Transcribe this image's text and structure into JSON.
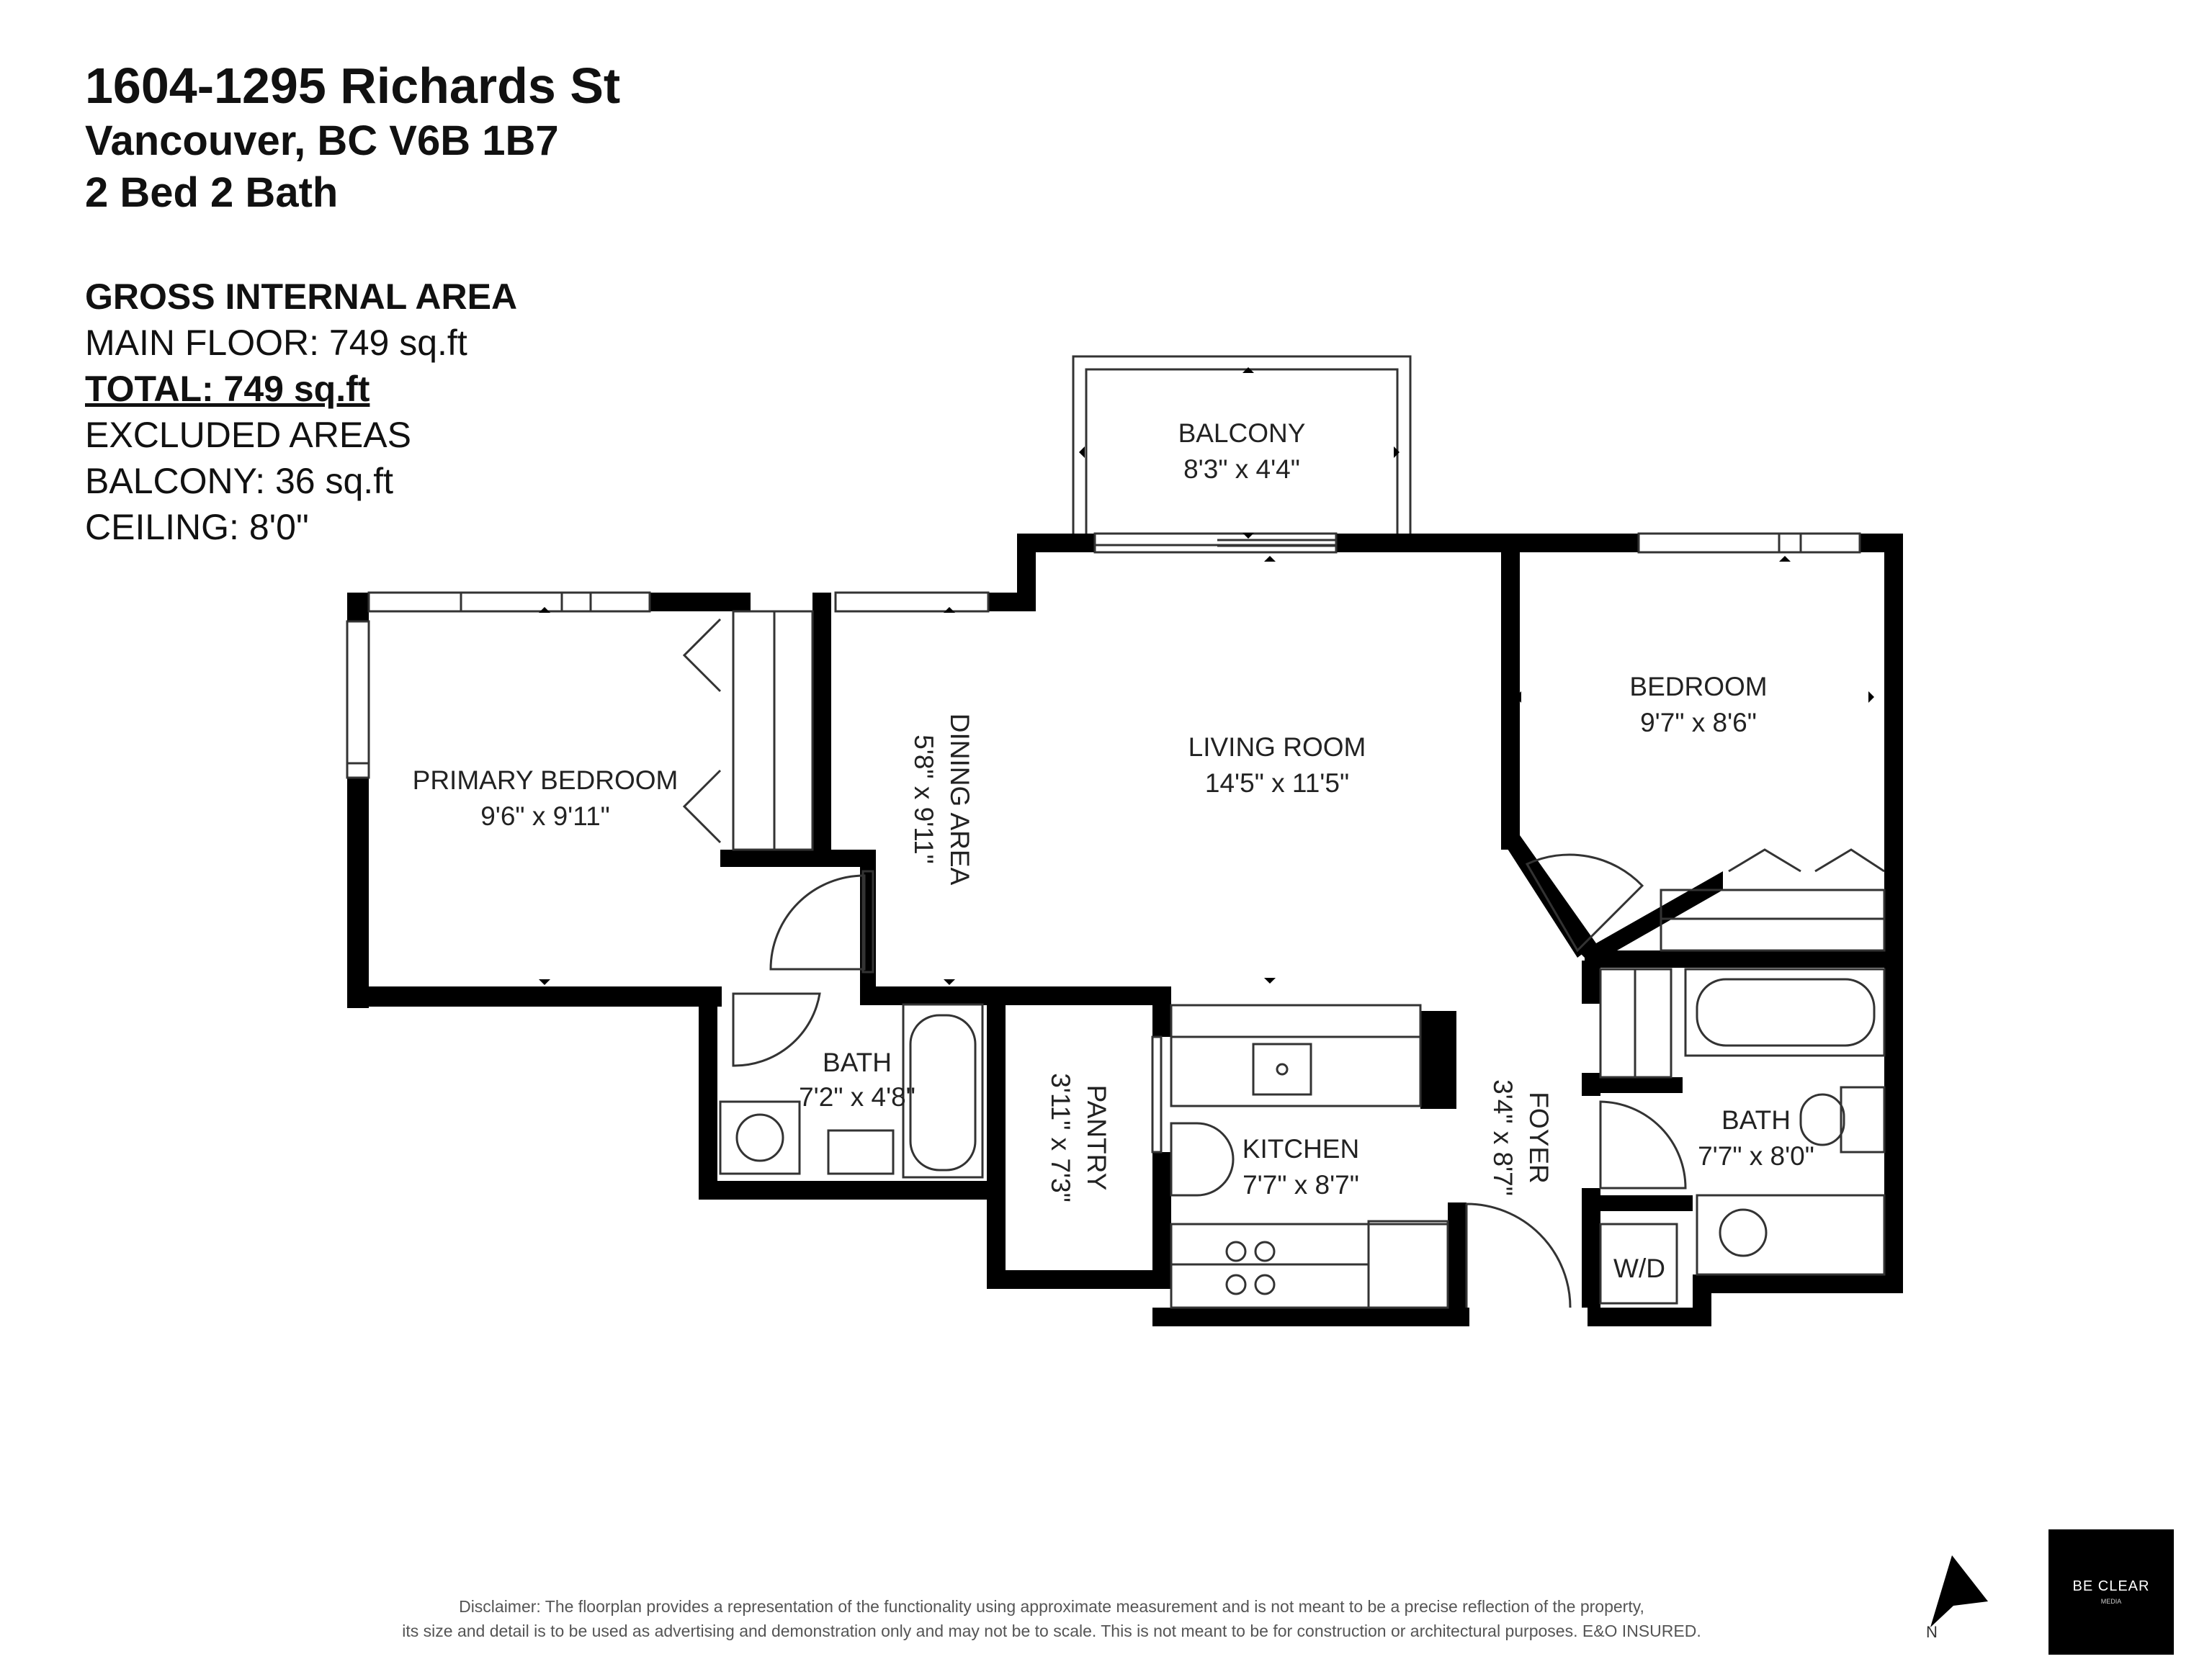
{
  "header": {
    "address_line1": "1604-1295 Richards St",
    "address_line2": "Vancouver, BC V6B 1B7",
    "bed_bath": "2 Bed 2 Bath"
  },
  "areas": {
    "heading": "GROSS INTERNAL AREA",
    "main_floor": "MAIN FLOOR: 749 sq.ft",
    "total": "TOTAL: 749 sq.ft",
    "excluded": "EXCLUDED AREAS",
    "balcony": "BALCONY: 36 sq.ft",
    "ceiling": "CEILING: 8'0\""
  },
  "rooms": {
    "balcony": {
      "name": "BALCONY",
      "dims": "8'3\" x 4'4\""
    },
    "living": {
      "name": "LIVING ROOM",
      "dims": "14'5\" x 11'5\""
    },
    "dining": {
      "name": "DINING AREA",
      "dims": "5'8\" x 9'11\""
    },
    "primary_bedroom": {
      "name": "PRIMARY BEDROOM",
      "dims": "9'6\" x 9'11\""
    },
    "bedroom": {
      "name": "BEDROOM",
      "dims": "9'7\" x 8'6\""
    },
    "bath1": {
      "name": "BATH",
      "dims": "7'2\" x 4'8\""
    },
    "pantry": {
      "name": "PANTRY",
      "dims": "3'11\" x 7'3\""
    },
    "kitchen": {
      "name": "KITCHEN",
      "dims": "7'7\" x 8'7\""
    },
    "foyer": {
      "name": "FOYER",
      "dims": "3'4\" x 8'7\""
    },
    "bath2": {
      "name": "BATH",
      "dims": "7'7\" x 8'0\""
    },
    "wd": "W/D"
  },
  "disclaimer": {
    "line1": "Disclaimer: The floorplan provides a representation of the functionality using approximate measurement and is not meant to be a precise reflection of the property,",
    "line2": "its size and detail is to be used as advertising and demonstration only and may not be to scale. This is not meant to be for construction or architectural purposes. E&O INSURED."
  },
  "logo": {
    "line1": "BE CLEAR",
    "line2": "MEDIA"
  },
  "compass": {
    "label": "N"
  },
  "colors": {
    "wall": "#000000",
    "text": "#111111",
    "line": "#333333"
  }
}
